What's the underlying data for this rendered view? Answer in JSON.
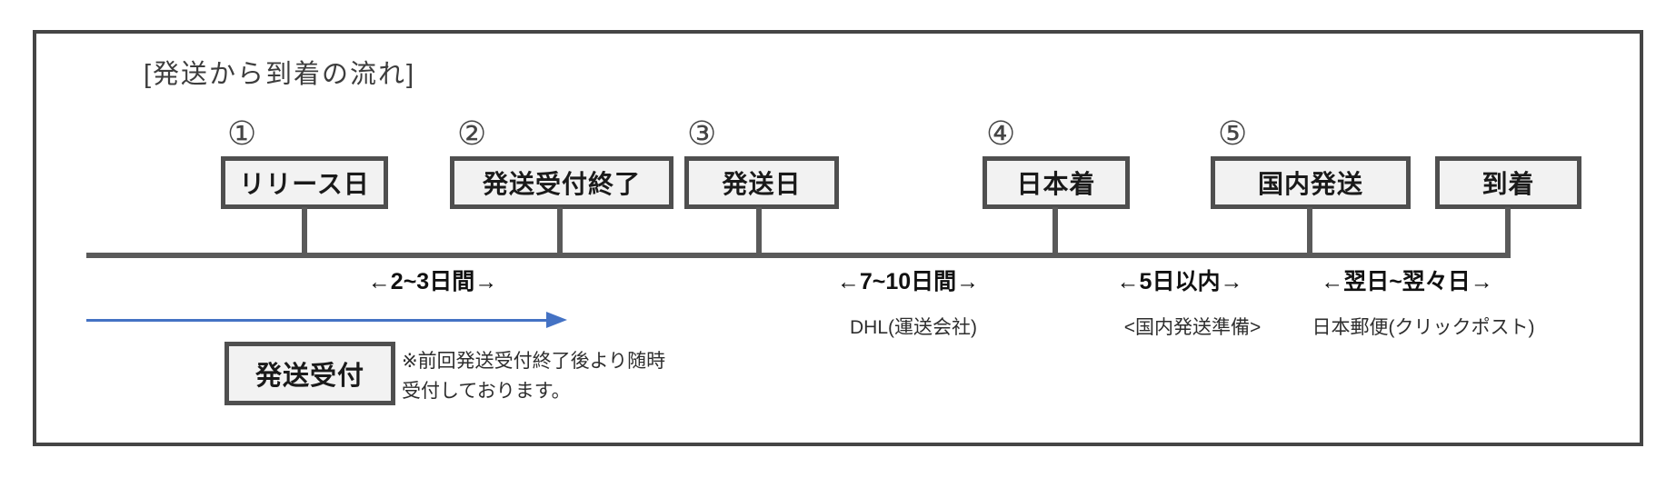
{
  "frame": {
    "title": "[発送から到着の流れ]"
  },
  "steps": [
    {
      "number": "①",
      "label": "リリース日"
    },
    {
      "number": "②",
      "label": "発送受付終了"
    },
    {
      "number": "③",
      "label": "発送日"
    },
    {
      "number": "④",
      "label": "日本着"
    },
    {
      "number": "⑤",
      "label": "国内発送"
    },
    {
      "number": "",
      "label": "到着"
    }
  ],
  "durations": [
    {
      "label": "←2~3日間→"
    },
    {
      "label": "←7~10日間→"
    },
    {
      "label": "←5日以内→"
    },
    {
      "label": "←翌日~翌々日→"
    }
  ],
  "annotations": [
    {
      "label": "DHL(運送会社)"
    },
    {
      "label": "<国内発送準備>"
    },
    {
      "label": "日本郵便(クリックポスト)"
    }
  ],
  "acceptance": {
    "box_label": "発送受付",
    "note_line1": "※前回発送受付終了後より随時",
    "note_line2": "受付しております。"
  },
  "colors": {
    "accent_blue": "#4472C4",
    "line_gray": "#5a5a5a",
    "box_fill": "#f2f2f2",
    "border_gray": "#4f4f4f"
  }
}
